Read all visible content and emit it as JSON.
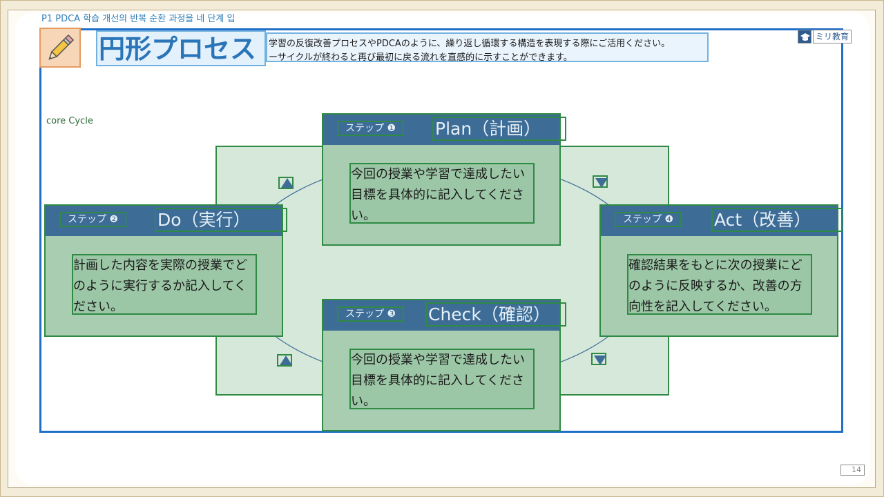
{
  "breadcrumb": "P1 PDCA 학습 개선의 반복 순환 과정을 네 단계 입",
  "title": "円形プロセス",
  "description": {
    "line1": "学習の反復改善プロセスやPDCAのように、繰り返し循環する構造を表現する際にご活用ください。",
    "line2": "ーサイクルが終わると再び最初に戻る流れを直感的に示すことができます。"
  },
  "logo": {
    "text": "ミリ教育",
    "icon": "graduation-cap-icon"
  },
  "cycle_label": "core Cycle",
  "steps": {
    "plan": {
      "label": "ステップ ❶",
      "title": "Plan（計画）",
      "body": "今回の授業や学習で達成したい目標を具体的に記入してください。"
    },
    "do": {
      "label": "ステップ ❷",
      "title": "Do（実行）",
      "body": "計画した内容を実際の授業でどのように実行するか記入してください。"
    },
    "check": {
      "label": "ステップ ❸",
      "title": "Check（確認）",
      "body": "今回の授業や学習で達成したい目標を具体的に記入してください。"
    },
    "act": {
      "label": "ステップ ❹",
      "title": "Act（改善）",
      "body": "確認結果をもとに次の授業にどのように反映するか、改善の方向性を記入してください。"
    }
  },
  "page_number": "14",
  "colors": {
    "accent_blue": "#1f6fc8",
    "step_header": "#3d6d96",
    "card_green": "#a9cdb1",
    "border_green": "#2f8a44",
    "pencil_orange": "#e79a5f"
  }
}
